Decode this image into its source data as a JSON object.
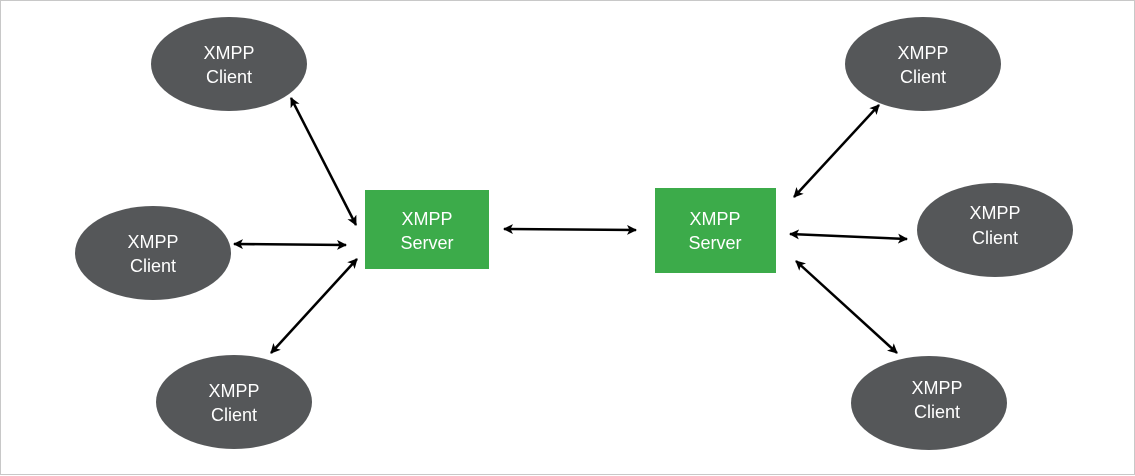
{
  "colors": {
    "client_fill": "#555759",
    "server_fill": "#3cab4a",
    "arrow": "#000000",
    "border": "#c8c8c8"
  },
  "servers": [
    {
      "line1": "XMPP",
      "line2": "Server"
    },
    {
      "line1": "XMPP",
      "line2": "Server"
    }
  ],
  "clients": [
    {
      "line1": "XMPP",
      "line2": "Client"
    },
    {
      "line1": "XMPP",
      "line2": "Client"
    },
    {
      "line1": "XMPP",
      "line2": "Client"
    },
    {
      "line1": "XMPP",
      "line2": "Client"
    },
    {
      "line1": "XMPP",
      "line2": "Client"
    },
    {
      "line1": "XMPP",
      "line2": "Client"
    }
  ]
}
